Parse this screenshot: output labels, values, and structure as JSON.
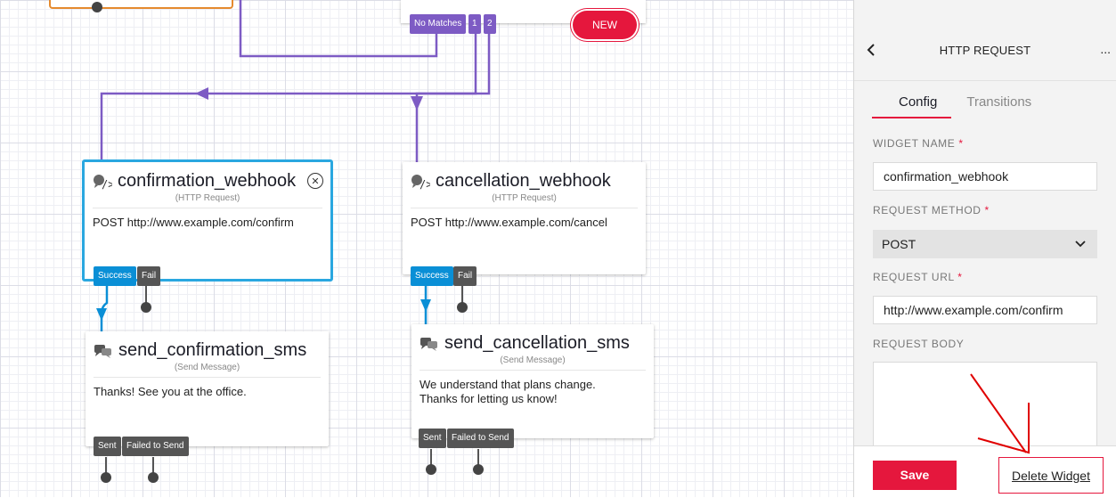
{
  "canvas": {
    "top_widget": {
      "no_matches_label": "No Matches",
      "transition_1_label": "1",
      "transition_2_label": "2"
    },
    "new_badge": "NEW",
    "widgets": [
      {
        "name": "confirmation_webhook",
        "type": "(HTTP Request)",
        "body": "POST http://www.example.com/confirm",
        "icon": "http-request-icon",
        "selected": true,
        "transitions": [
          "Success",
          "Fail"
        ]
      },
      {
        "name": "cancellation_webhook",
        "type": "(HTTP Request)",
        "body": "POST http://www.example.com/cancel",
        "icon": "http-request-icon",
        "selected": false,
        "transitions": [
          "Success",
          "Fail"
        ]
      },
      {
        "name": "send_confirmation_sms",
        "type": "(Send Message)",
        "body": "Thanks! See you at the office.",
        "icon": "send-message-icon",
        "transitions": [
          "Sent",
          "Failed to Send"
        ]
      },
      {
        "name": "send_cancellation_sms",
        "type": "(Send Message)",
        "body_line1": "We understand that plans change.",
        "body_line2": "Thanks for letting us know!",
        "icon": "send-message-icon",
        "transitions": [
          "Sent",
          "Failed to Send"
        ]
      }
    ]
  },
  "panel": {
    "back_icon": "chevron-left-icon",
    "title": "HTTP REQUEST",
    "more_label": "...",
    "tabs": [
      {
        "label": "Config",
        "active": true
      },
      {
        "label": "Transitions",
        "active": false
      }
    ],
    "fields": {
      "widget_name": {
        "label": "WIDGET NAME",
        "required": "*",
        "value": "confirmation_webhook"
      },
      "request_method": {
        "label": "REQUEST METHOD",
        "required": "*",
        "value": "POST"
      },
      "request_url": {
        "label": "REQUEST URL",
        "required": "*",
        "value": "http://www.example.com/confirm"
      },
      "request_body": {
        "label": "REQUEST BODY",
        "value": ""
      }
    },
    "save_label": "Save",
    "delete_label": "Delete Widget"
  },
  "colors": {
    "accent_red": "#e5173d",
    "selection_blue": "#2aa7e0",
    "transition_purple": "#7d5bc4",
    "success_blue": "#0a8fd6"
  }
}
